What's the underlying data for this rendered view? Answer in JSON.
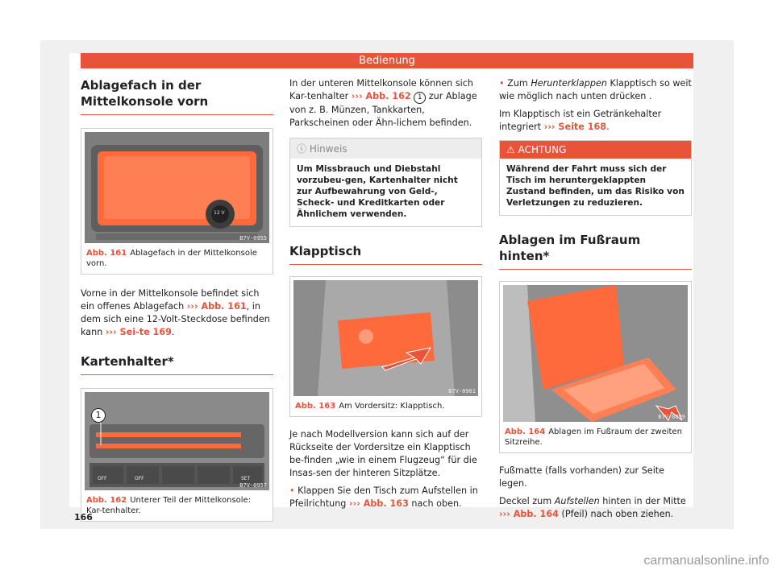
{
  "header": {
    "title": "Bedienung"
  },
  "page_number": "166",
  "watermark": "carmanualsonline.info",
  "col1": {
    "title1": "Ablagefach in der Mittelkonsole vorn",
    "fig161": {
      "code": "B7V-0955",
      "num": "Abb. 161",
      "caption": "Ablagefach in der Mittelkonsole vorn."
    },
    "p1_a": "Vorne in der Mittelkonsole befindet sich ein offenes Ablagefach ",
    "p1_ref1": "››› Abb. 161",
    "p1_b": ", in dem sich eine 12-Volt-Steckdose befinden kann ",
    "p1_ref2": "››› Sei-te 169",
    "p1_c": ".",
    "title2": "Kartenhalter*",
    "fig162": {
      "code": "B7V-0957",
      "num": "Abb. 162",
      "caption": "Unterer Teil der Mittelkonsole: Kar-tenhalter.",
      "label": "1",
      "btn_off1": "OFF",
      "btn_off2": "OFF",
      "btn_set": "SET",
      "socket": "12 V"
    }
  },
  "col2": {
    "p1_a": "In der unteren Mittelkonsole können sich Kar-tenhalter ",
    "p1_ref": "››› Abb. 162",
    "p1_num": "1",
    "p1_b": " zur Ablage von z. B. Münzen, Tankkarten, Parkscheinen oder Ähn-lichem befinden.",
    "hinweis": {
      "head": "Hinweis",
      "body": "Um Missbrauch und Diebstahl vorzubeu-gen, Kartenhalter nicht zur Aufbewahrung von Geld-, Scheck- und Kreditkarten oder Ähnlichem verwenden."
    },
    "title": "Klapptisch",
    "fig163": {
      "code": "B7V-0961",
      "num": "Abb. 163",
      "caption": "Am Vordersitz: Klapptisch."
    },
    "p2": "Je nach Modellversion kann sich auf der Rückseite der Vordersitze ein Klapptisch be-finden „wie in einem Flugzeug“ für die Insas-sen der hinteren Sitzplätze.",
    "p3_a": "Klappen Sie den Tisch zum Aufstellen in Pfeilrichtung ",
    "p3_ref": "››› Abb. 163",
    "p3_b": " nach oben."
  },
  "col3": {
    "p1_a": "Zum ",
    "p1_i": "Herunterklappen",
    "p1_b": " Klapptisch so weit wie möglich nach unten drücken .",
    "p2_a": "Im Klapptisch ist ein Getränkehalter integriert ",
    "p2_ref": "››› Seite 168",
    "p2_b": ".",
    "achtung": {
      "head": "ACHTUNG",
      "body": "Während der Fahrt muss sich der Tisch im heruntergeklappten Zustand befinden, um das Risiko von Verletzungen zu reduzieren."
    },
    "title": "Ablagen im Fußraum hinten*",
    "fig164": {
      "code": "B7V-0899",
      "num": "Abb. 164",
      "caption": "Ablagen im Fußraum der zweiten Sitzreihe."
    },
    "p3": "Fußmatte (falls vorhanden) zur Seite legen.",
    "p4_a": "Deckel zum ",
    "p4_i": "Aufstellen",
    "p4_b": " hinten in der Mitte ",
    "p4_ref": "››› Abb. 164",
    "p4_c": " (Pfeil) nach oben ziehen."
  },
  "colors": {
    "accent": "#e8543a",
    "photo_bg": "#8f8f8f"
  }
}
